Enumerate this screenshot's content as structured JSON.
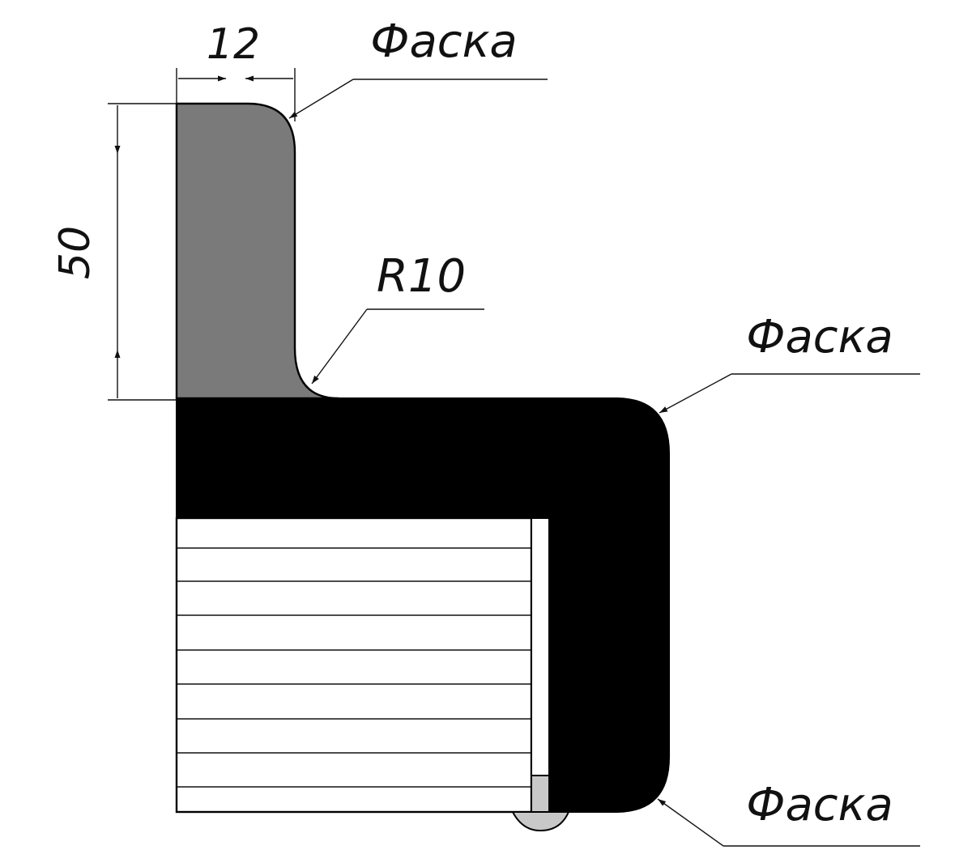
{
  "dimensions": {
    "width_value": "12",
    "height_value": "50",
    "radius_value": "R10"
  },
  "callouts": {
    "chamfer_top": "Фаска",
    "chamfer_right": "Фаска",
    "chamfer_bottom": "Фаска"
  },
  "colors": {
    "gray_profile": "#7a7a7a",
    "black_profile": "#000000",
    "insert_fill": "#ffffff",
    "seal_fill": "#c8c8c8",
    "line": "#111111"
  }
}
